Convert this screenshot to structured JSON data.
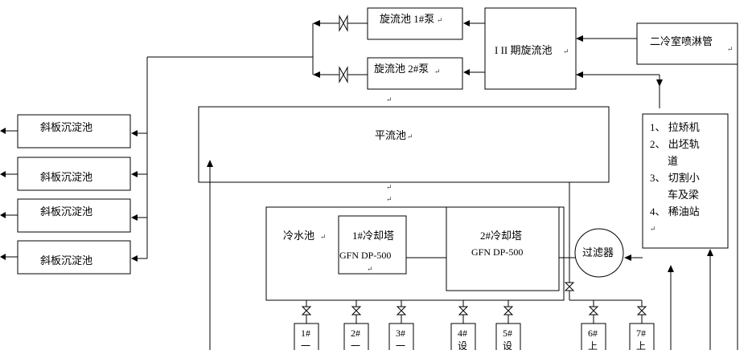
{
  "nodes": {
    "cyclone_pump_1": "旋流池 1#泵",
    "cyclone_pump_2": "旋流池 2#泵",
    "cyclone_pool": "I II 期旋流池",
    "secondary_cooling_spray": "二冷室喷淋管",
    "inclined_settler_1": "斜板沉淀池",
    "inclined_settler_2": "斜板沉淀池",
    "inclined_settler_3": "斜板沉淀池",
    "inclined_settler_4": "斜板沉淀池",
    "flat_flow_pool": "平流池",
    "cold_water_pool": "冷水池",
    "cooling_tower_1_name": "1#冷却塔",
    "cooling_tower_1_model": "GFN DP-500",
    "cooling_tower_2_name": "2#冷却塔",
    "cooling_tower_2_model": "GFN DP-500",
    "filter": "过滤器",
    "equipment_list": [
      "1、 拉矫机",
      "2、 出坯轨",
      "道",
      "3、 切割小",
      "车及梁",
      "4、 稀油站"
    ]
  },
  "pumps": [
    "1#",
    "2#",
    "3#",
    "4#",
    "5#",
    "6#",
    "7#"
  ],
  "pump_second_chars": [
    "一",
    "一",
    "一",
    "设",
    "设",
    "上",
    "上"
  ],
  "paragraph_mark": "↵"
}
